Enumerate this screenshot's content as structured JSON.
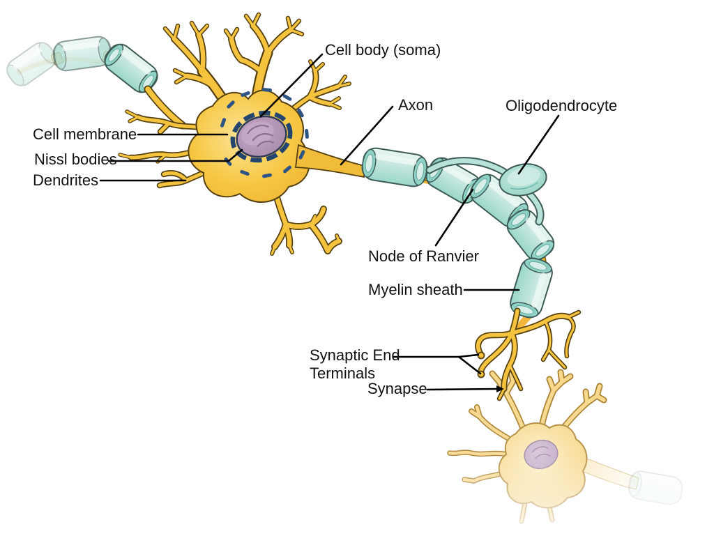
{
  "labels": {
    "cell_body": "Cell body (soma)",
    "axon": "Axon",
    "oligodendrocyte": "Oligodendrocyte",
    "cell_membrane": "Cell membrane",
    "nissl_bodies": "Nissl bodies",
    "dendrites": "Dendrites",
    "node_of_ranvier": "Node of Ranvier",
    "myelin_sheath": "Myelin sheath",
    "synaptic_end_terminals_line1": "Synaptic End",
    "synaptic_end_terminals_line2": "Terminals",
    "synapse": "Synapse"
  },
  "colors": {
    "background": "#FFFFFF",
    "neuron_gold": "#F5C33E",
    "neuron_gold_light": "#FAE08E",
    "neuron_outline": "#54400F",
    "myelin_teal": "#C3E6DE",
    "myelin_teal_dark": "#8FD2C5",
    "myelin_outline": "#3C5B55",
    "nucleus_purple": "#B295B4",
    "nissl_blue": "#2E5385",
    "faded_neuron_gold": "#F7D88C",
    "label_text": "#111111",
    "leader_line": "#000000"
  }
}
